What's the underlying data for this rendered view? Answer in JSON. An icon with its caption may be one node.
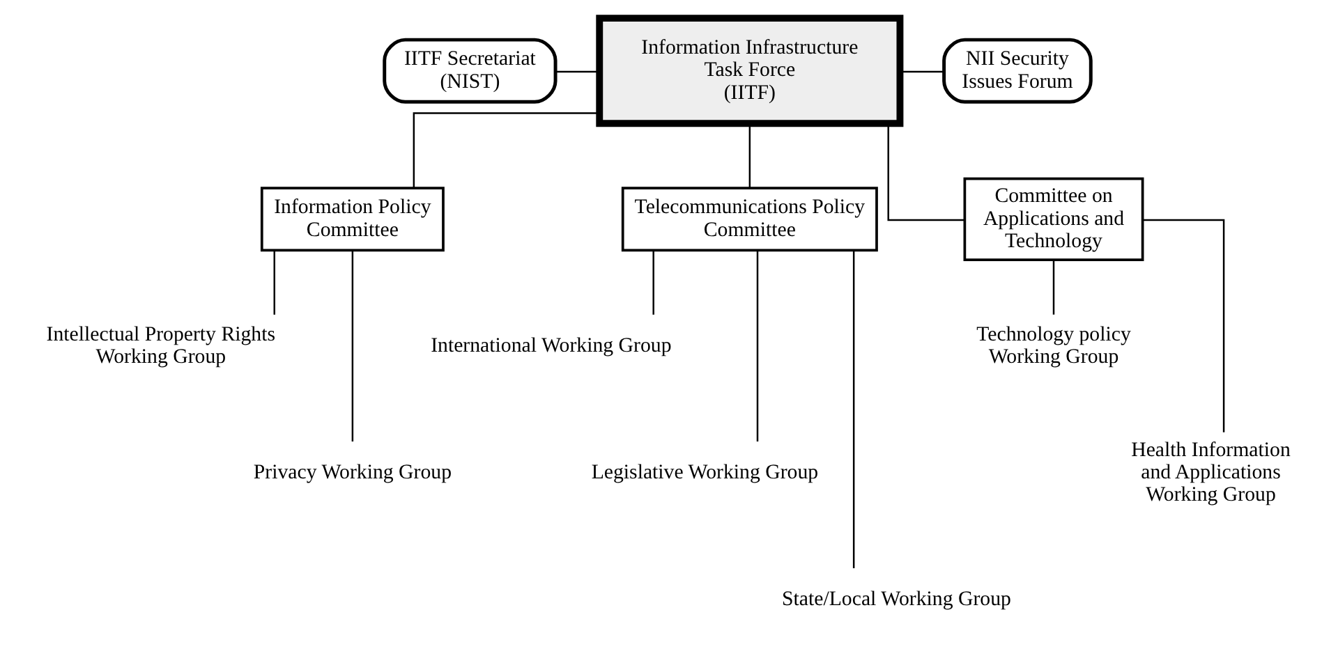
{
  "diagram": {
    "nodes": [
      {
        "text": [
          "Information Infrastructure Task Force (IITF)"
        ]
      },
      {
        "text": [
          "IITF Secretariat (NIST)"
        ]
      },
      {
        "text": [
          "NII Security Issues Forum"
        ]
      },
      {
        "text": [
          "Information Policy Committee"
        ]
      },
      {
        "text": [
          "Telecommunications Policy Committee"
        ]
      },
      {
        "text": [
          "Committee on Applications and Technology"
        ]
      },
      {
        "text": [
          "Intellectual Property Rights Working Group"
        ]
      },
      {
        "text": [
          "Privacy Working Group"
        ]
      },
      {
        "text": [
          "International Working Group"
        ]
      },
      {
        "text": [
          "Legislative Working Group"
        ]
      },
      {
        "text": [
          "State/Local Working Group"
        ]
      },
      {
        "text": [
          "Technology policy Working Group"
        ]
      },
      {
        "text": [
          "Health Information and Applications Working Group"
        ]
      }
    ],
    "edges": [
      {
        "from": 1,
        "to": 0,
        "arrow": "none"
      },
      {
        "from": 0,
        "to": 2,
        "arrow": "none"
      },
      {
        "from": 0,
        "to": 3,
        "arrow": "none"
      },
      {
        "from": 0,
        "to": 4,
        "arrow": "none"
      },
      {
        "from": 0,
        "to": 5,
        "arrow": "none"
      },
      {
        "from": 3,
        "to": 6,
        "arrow": "none"
      },
      {
        "from": 3,
        "to": 7,
        "arrow": "none"
      },
      {
        "from": 4,
        "to": 8,
        "arrow": "none"
      },
      {
        "from": 4,
        "to": 9,
        "arrow": "none"
      },
      {
        "from": 4,
        "to": 10,
        "arrow": "none"
      },
      {
        "from": 5,
        "to": 11,
        "arrow": "none"
      },
      {
        "from": 5,
        "to": 12,
        "arrow": "none"
      }
    ]
  }
}
